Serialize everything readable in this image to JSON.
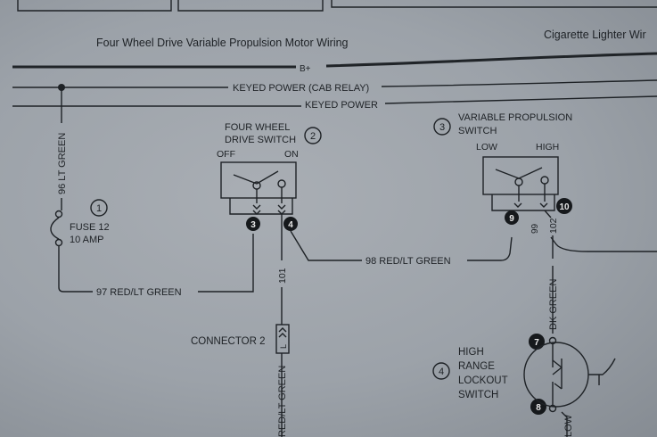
{
  "header": {
    "left_title": "Four Wheel Drive Variable Propulsion Motor Wiring",
    "right_title": "Cigarette Lighter Wir"
  },
  "rails": {
    "b_plus": "B+",
    "keyed_cab_relay": "KEYED POWER (CAB RELAY)",
    "keyed_power": "KEYED POWER"
  },
  "wires": {
    "w96": "96 LT GREEN",
    "w97": "97 RED/LT GREEN",
    "w98": "98 RED/LT GREEN",
    "w101": "101",
    "w101b": "RED/LT GREEN",
    "w99": "99",
    "w102": "102",
    "w102b": "DK GREEN",
    "low": "LOW"
  },
  "components": {
    "fuse": {
      "num": "1",
      "line1": "FUSE 12",
      "line2": "10 AMP"
    },
    "fwd_switch": {
      "num": "2",
      "line1": "FOUR WHEEL",
      "line2": "DRIVE SWITCH",
      "off": "OFF",
      "on": "ON",
      "pin_a": "3",
      "pin_b": "4"
    },
    "vp_switch": {
      "num": "3",
      "line1": "VARIABLE PROPULSION",
      "line2": "SWITCH",
      "low": "LOW",
      "high": "HIGH",
      "pin_a": "9",
      "pin_b": "10"
    },
    "connector": {
      "label": "CONNECTOR 2"
    },
    "lockout": {
      "num": "4",
      "line1": "HIGH",
      "line2": "RANGE",
      "line3": "LOCKOUT",
      "line4": "SWITCH",
      "pin_a": "7",
      "pin_b": "8"
    }
  }
}
